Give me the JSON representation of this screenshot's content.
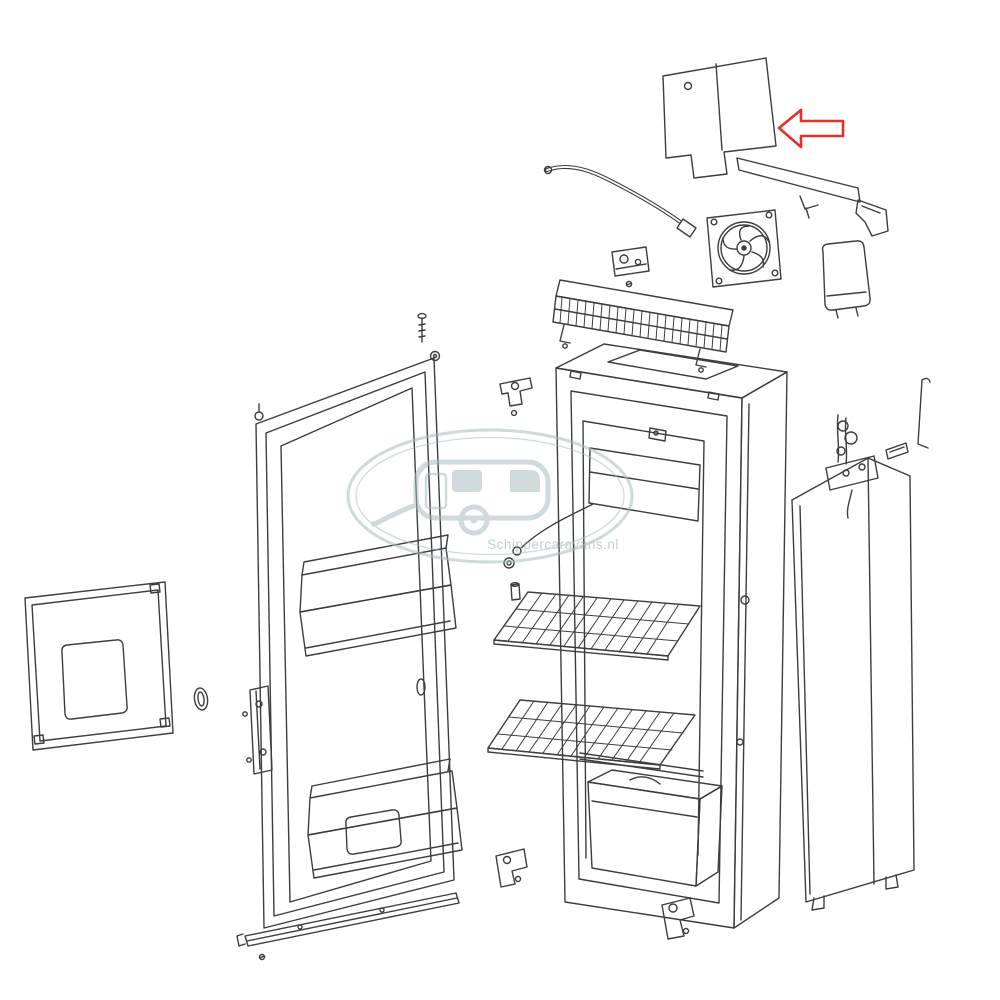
{
  "page": {
    "kind": "exploded-parts-diagram",
    "subject": "caravan refrigerator exploded view",
    "background": "#ffffff"
  },
  "artwork": {
    "line_color": "#3d3d3d"
  },
  "watermark": {
    "text": "Schippercaravans.nl",
    "color": "#a7bcbf",
    "text_color": "#8fa7aa"
  },
  "highlight": {
    "arrow_color": "#e0312a",
    "points_to": "upper-vent-cover"
  },
  "parts": [
    {
      "id": "upper-vent-cover",
      "highlighted": true
    },
    {
      "id": "burner-wire-tube",
      "highlighted": false
    },
    {
      "id": "cooling-fan",
      "highlighted": false
    },
    {
      "id": "terminal-block",
      "highlighted": false
    },
    {
      "id": "vent-grille",
      "highlighted": false
    },
    {
      "id": "flue-cap",
      "highlighted": false
    },
    {
      "id": "refrigerator-cabinet",
      "highlighted": false
    },
    {
      "id": "wire-shelf-upper",
      "highlighted": false
    },
    {
      "id": "wire-shelf-lower",
      "highlighted": false
    },
    {
      "id": "crisper-drawer",
      "highlighted": false
    },
    {
      "id": "door-assembly",
      "highlighted": false
    },
    {
      "id": "door-bin-upper",
      "highlighted": false
    },
    {
      "id": "door-bin-lower",
      "highlighted": false
    },
    {
      "id": "side-vent-panel",
      "highlighted": false
    },
    {
      "id": "grommet",
      "highlighted": false
    },
    {
      "id": "door-hinge-strip",
      "highlighted": false
    },
    {
      "id": "bottom-mounting-rail",
      "highlighted": false
    },
    {
      "id": "lower-hinge-bracket",
      "highlighted": false
    },
    {
      "id": "door-screw",
      "highlighted": false
    },
    {
      "id": "upper-hinge-bracket",
      "highlighted": false
    },
    {
      "id": "cooling-unit",
      "highlighted": false
    },
    {
      "id": "outer-side-panel",
      "highlighted": false
    },
    {
      "id": "flue-rod",
      "highlighted": false
    },
    {
      "id": "retaining-clip",
      "highlighted": false
    },
    {
      "id": "cabinet-lower-hinge",
      "highlighted": false
    }
  ]
}
